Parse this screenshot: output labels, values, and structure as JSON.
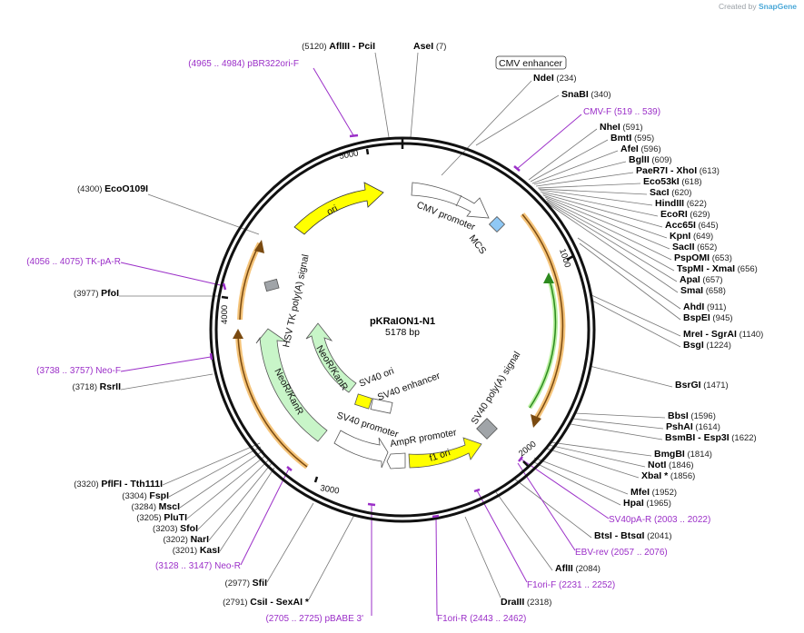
{
  "watermark": {
    "prefix": "Created by",
    "brand": "SnapGene"
  },
  "plasmid": {
    "name": "pKRaION1-N1",
    "size": "5178 bp"
  },
  "ticks": [
    "1000",
    "2000",
    "3000",
    "4000",
    "5000"
  ],
  "features": {
    "cmv_enhancer": "CMV enhancer",
    "cmv_promoter": "CMV promoter",
    "mcs": "MCS",
    "ori": "ori",
    "hsv": "HSV TK poly(A) signal",
    "neo1": "NeoR/KanR",
    "neo2": "NeoR/KanR",
    "sv40ori": "SV40 ori",
    "sv40enh": "SV40 enhancer",
    "sv40prom": "SV40 promoter",
    "ampr": "AmpR promoter",
    "f1ori": "f1 ori",
    "sv40polya": "SV40 poly(A) signal"
  },
  "enzymes_left": [
    {
      "pos": "(5120)",
      "name": "AflIII",
      "extra": "-  PciI"
    },
    {
      "pos": "(4300)",
      "name": "EcoO109I"
    },
    {
      "pos": "(3977)",
      "name": "PfoI"
    },
    {
      "pos": "(3718)",
      "name": "RsrII"
    },
    {
      "pos": "(3320)",
      "name": "PflFI",
      "extra": "-  Tth111I"
    },
    {
      "pos": "(3304)",
      "name": "FspI"
    },
    {
      "pos": "(3284)",
      "name": "MscI"
    },
    {
      "pos": "(3205)",
      "name": "PluTI"
    },
    {
      "pos": "(3203)",
      "name": "SfoI"
    },
    {
      "pos": "(3202)",
      "name": "NarI"
    },
    {
      "pos": "(3201)",
      "name": "KasI"
    },
    {
      "pos": "(2977)",
      "name": "SfiI"
    },
    {
      "pos": "(2791)",
      "name": "CsiI",
      "extra": "-  SexAI *"
    },
    {
      "pos": "(2318)",
      "name": "DraIII"
    }
  ],
  "enzymes_right": [
    {
      "name": "AseI",
      "pos": "(7)"
    },
    {
      "name": "NdeI",
      "pos": "(234)"
    },
    {
      "name": "SnaBI",
      "pos": "(340)"
    },
    {
      "name": "NheI",
      "pos": "(591)"
    },
    {
      "name": "BmtI",
      "pos": "(595)"
    },
    {
      "name": "AfeI",
      "pos": "(596)"
    },
    {
      "name": "BglII",
      "pos": "(609)"
    },
    {
      "name": "PaeR7I",
      "extra": "-  XhoI",
      "pos": "(613)"
    },
    {
      "name": "Eco53kI",
      "pos": "(618)"
    },
    {
      "name": "SacI",
      "pos": "(620)"
    },
    {
      "name": "HindIII",
      "pos": "(622)"
    },
    {
      "name": "EcoRI",
      "pos": "(629)"
    },
    {
      "name": "Acc65I",
      "pos": "(645)"
    },
    {
      "name": "KpnI",
      "pos": "(649)"
    },
    {
      "name": "SacII",
      "pos": "(652)"
    },
    {
      "name": "PspOMI",
      "pos": "(653)"
    },
    {
      "name": "TspMI",
      "extra": "-  XmaI",
      "pos": "(656)"
    },
    {
      "name": "ApaI",
      "pos": "(657)"
    },
    {
      "name": "SmaI",
      "pos": "(658)"
    },
    {
      "name": "AhdI",
      "pos": "(911)"
    },
    {
      "name": "BspEI",
      "pos": "(945)"
    },
    {
      "name": "MreI",
      "extra": "-  SgrAI",
      "pos": "(1140)"
    },
    {
      "name": "BsgI",
      "pos": "(1224)"
    },
    {
      "name": "BsrGI",
      "pos": "(1471)"
    },
    {
      "name": "BbsI",
      "pos": "(1596)"
    },
    {
      "name": "PshAI",
      "pos": "(1614)"
    },
    {
      "name": "BsmBI",
      "extra": "-  Esp3I",
      "pos": "(1622)"
    },
    {
      "name": "BmgBI",
      "pos": "(1814)"
    },
    {
      "name": "NotI",
      "pos": "(1846)"
    },
    {
      "name": "XbaI *",
      "pos": "(1856)"
    },
    {
      "name": "MfeI",
      "pos": "(1952)"
    },
    {
      "name": "HpaI",
      "pos": "(1965)"
    },
    {
      "name": "BtsI",
      "extra": "-  BtsαI",
      "pos": "(2041)"
    },
    {
      "name": "AflII",
      "pos": "(2084)"
    }
  ],
  "primers": [
    {
      "range": "(4965 .. 4984)",
      "name": "pBR322ori-F"
    },
    {
      "name": "CMV-F",
      "range": "(519 .. 539)"
    },
    {
      "range": "(4056 .. 4075)",
      "name": "TK-pA-R"
    },
    {
      "range": "(3738 .. 3757)",
      "name": "Neo-F"
    },
    {
      "range": "(3128 .. 3147)",
      "name": "Neo-R"
    },
    {
      "range": "(2705 .. 2725)",
      "name": "pBABE 3'"
    },
    {
      "name": "F1ori-R",
      "range": "(2443 .. 2462)"
    },
    {
      "name": "F1ori-F",
      "range": "(2231 .. 2252)"
    },
    {
      "name": "EBV-rev",
      "range": "(2057 .. 2076)"
    },
    {
      "name": "SV40pA-R",
      "range": "(2003 .. 2022)"
    }
  ],
  "colors": {
    "backbone": "#111111",
    "primer": "#9b2fc8",
    "ori": "#ffff00",
    "neo": "#c8f5c8",
    "orange": "#f5a623",
    "green": "#2d8a1e",
    "mcs": "#8fc8f5",
    "polya": "#a0a4a8",
    "promoter": "#ffffff"
  }
}
